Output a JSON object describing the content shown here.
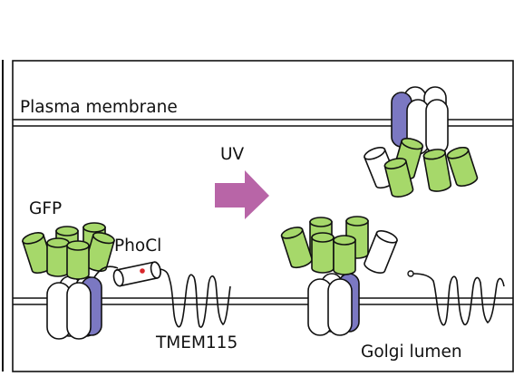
{
  "labels": {
    "plasma_membrane": "Plasma membrane",
    "uv": "UV",
    "gfp": "GFP",
    "phocl": "PhoCl",
    "tmem115": "TMEM115",
    "golgi_lumen": "Golgi lumen"
  },
  "colors": {
    "gfp_green": "#a6d86a",
    "channel_purple": "#7b78c2",
    "arrow_magenta": "#b865a7",
    "phocl_chromophore": "#d8262b",
    "line": "#111111",
    "background": "#ffffff"
  }
}
